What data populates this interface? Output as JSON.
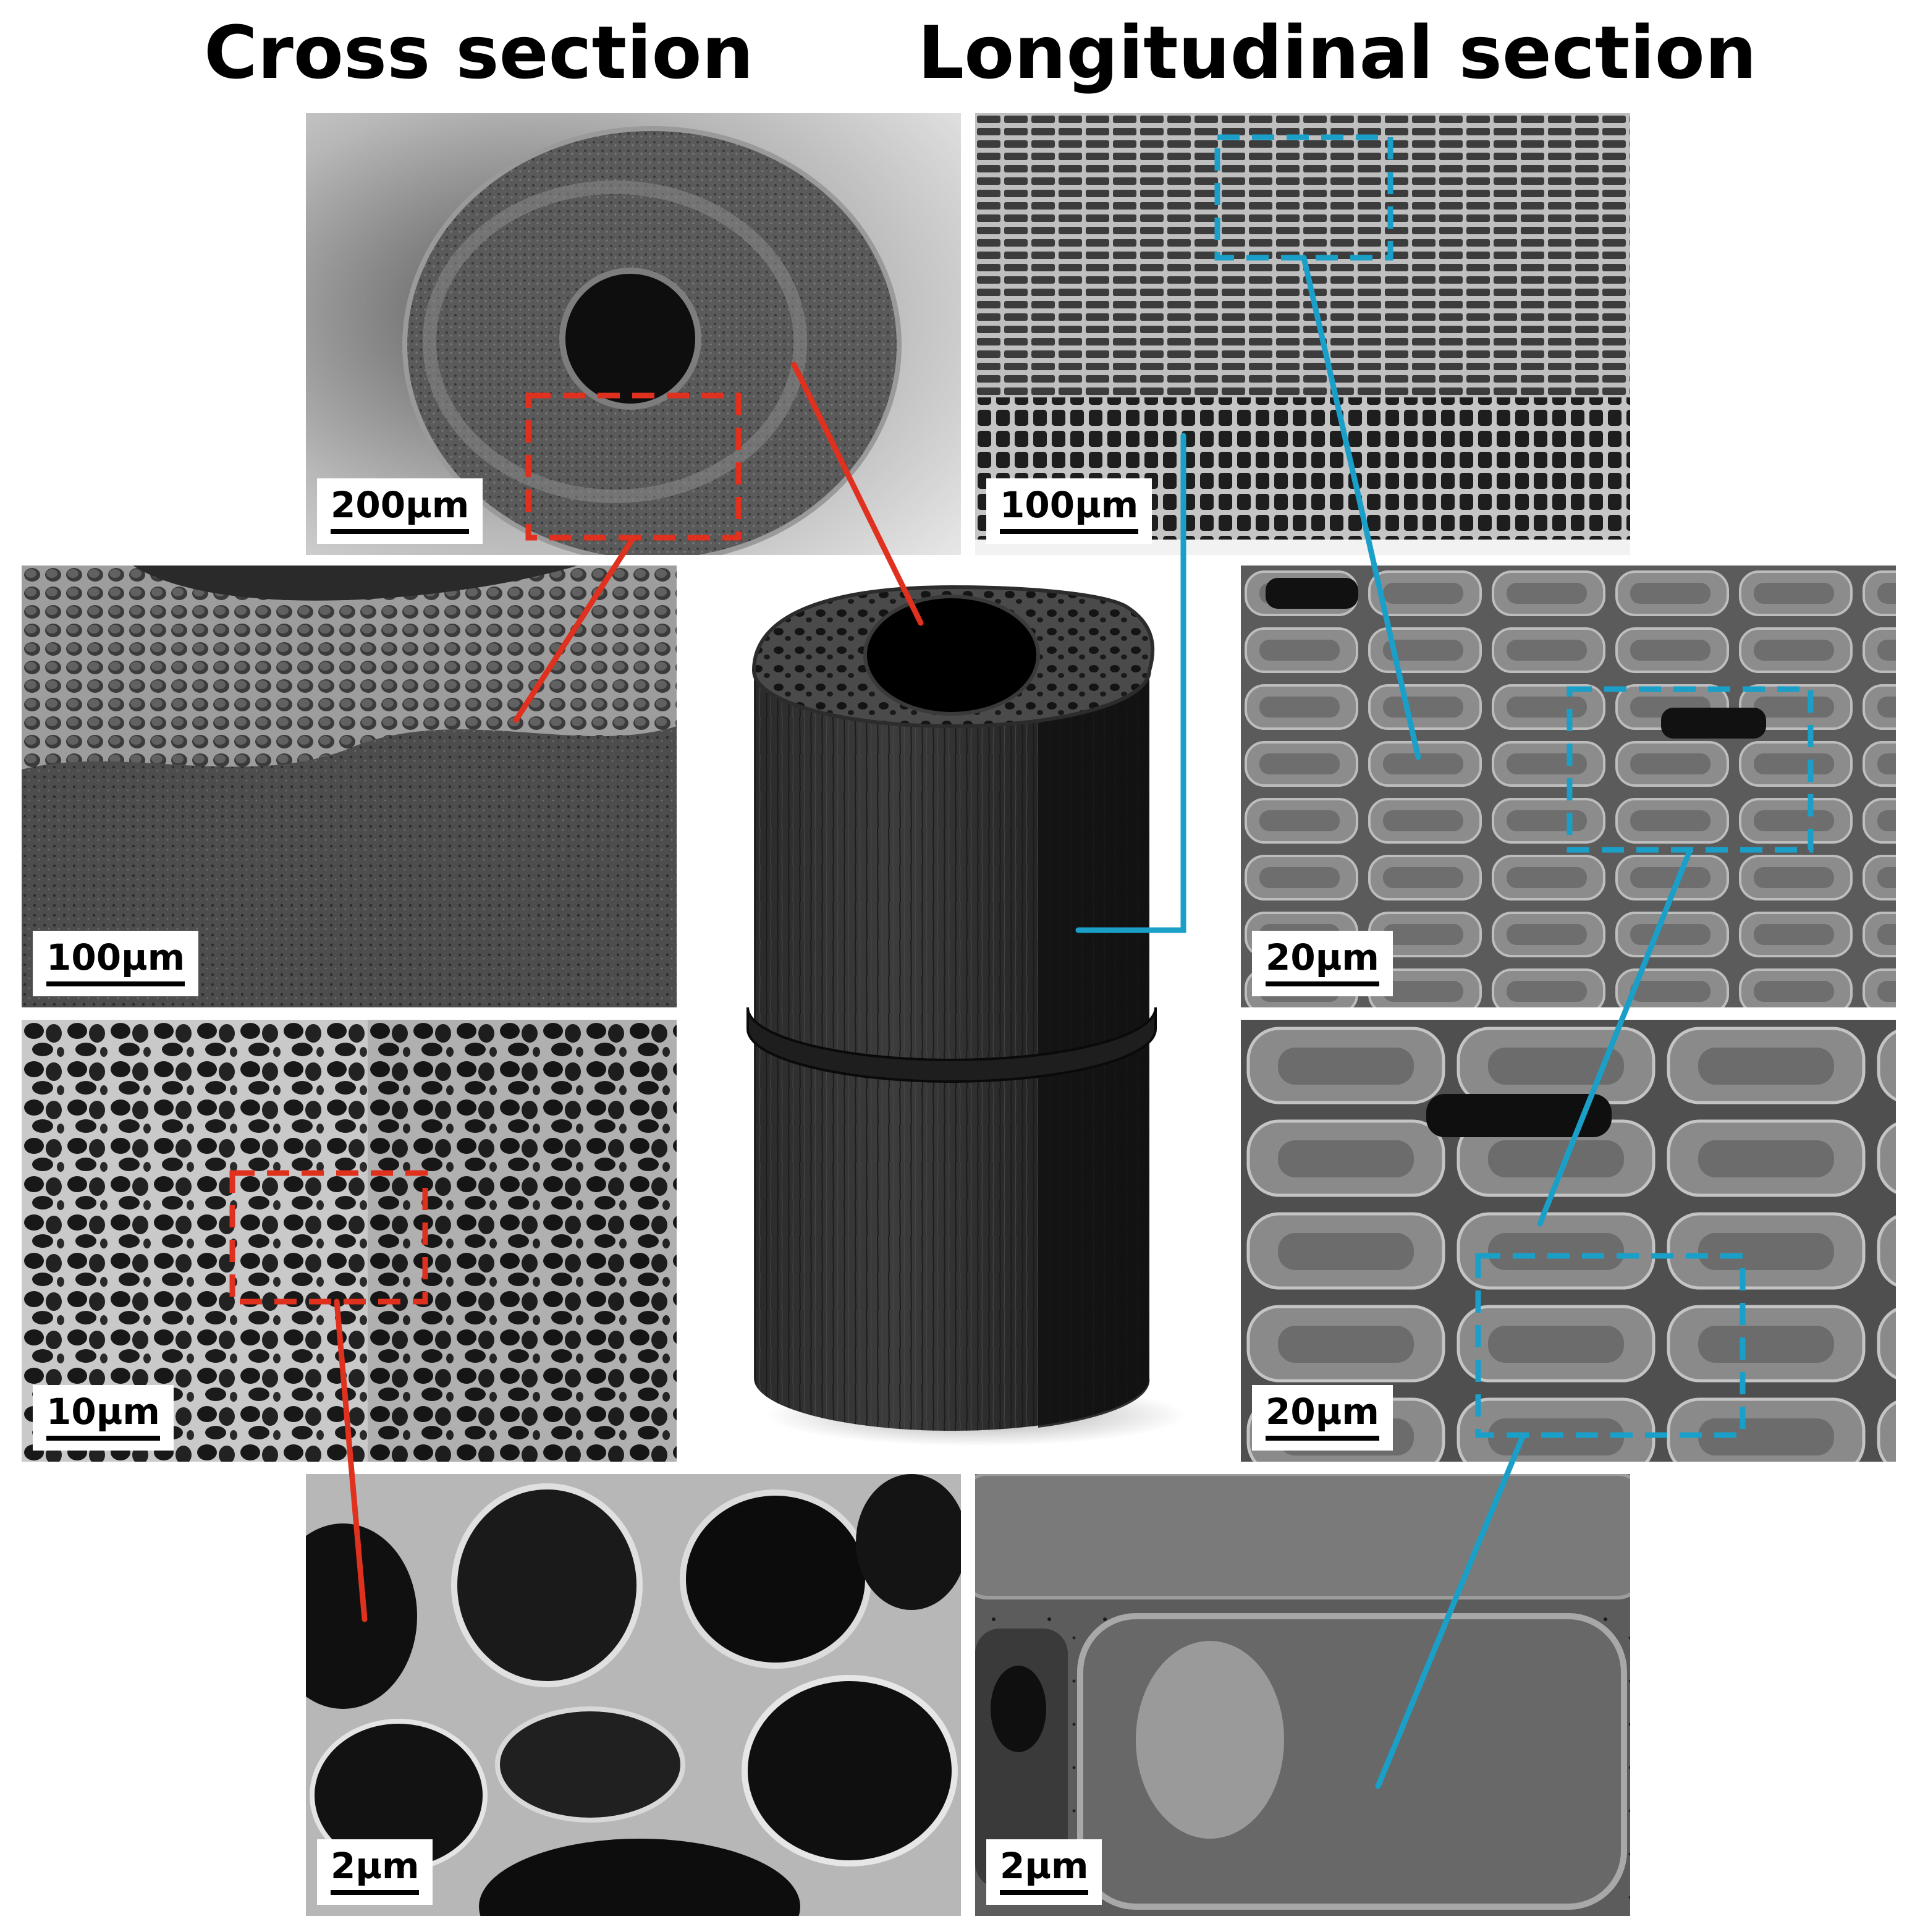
{
  "headings": {
    "left": "Cross section",
    "right": "Longitudinal section"
  },
  "scale_bars": {
    "cross_1": "200µm",
    "cross_2": "100µm",
    "cross_3": "10µm",
    "cross_4": "2µm",
    "long_1": "100µm",
    "long_2": "20µm",
    "long_3": "20µm",
    "long_4": "2µm"
  },
  "colors": {
    "cross_accent": "#e0301e",
    "long_accent": "#1aa0c8",
    "background": "#ffffff"
  },
  "center_object": "porous-cylinder-model"
}
